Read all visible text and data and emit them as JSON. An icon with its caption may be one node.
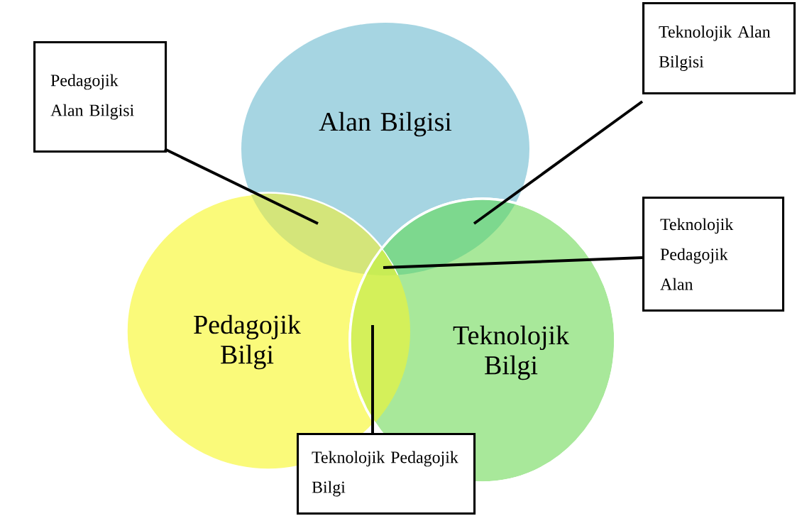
{
  "diagram": {
    "nodes": [
      {
        "text": [
          "Alan Bilgisi"
        ]
      },
      {
        "text": [
          "Pedagojik Bilgi"
        ]
      },
      {
        "text": [
          "Teknolojik Bilgi"
        ]
      },
      {
        "text": [
          "Pedagojik Alan Bilgisi"
        ]
      },
      {
        "text": [
          "Teknolojik Alan Bilgisi"
        ]
      },
      {
        "text": [
          "Teknolojik Pedagojik Alan"
        ]
      },
      {
        "text": [
          "Teknolojik Pedagojik Bilgi"
        ]
      }
    ],
    "edges": [
      {
        "from": 3,
        "to": null,
        "arrow": "none"
      },
      {
        "from": 4,
        "to": null,
        "arrow": "none"
      },
      {
        "from": 5,
        "to": null,
        "arrow": "none"
      },
      {
        "from": 6,
        "to": null,
        "arrow": "none"
      }
    ]
  }
}
